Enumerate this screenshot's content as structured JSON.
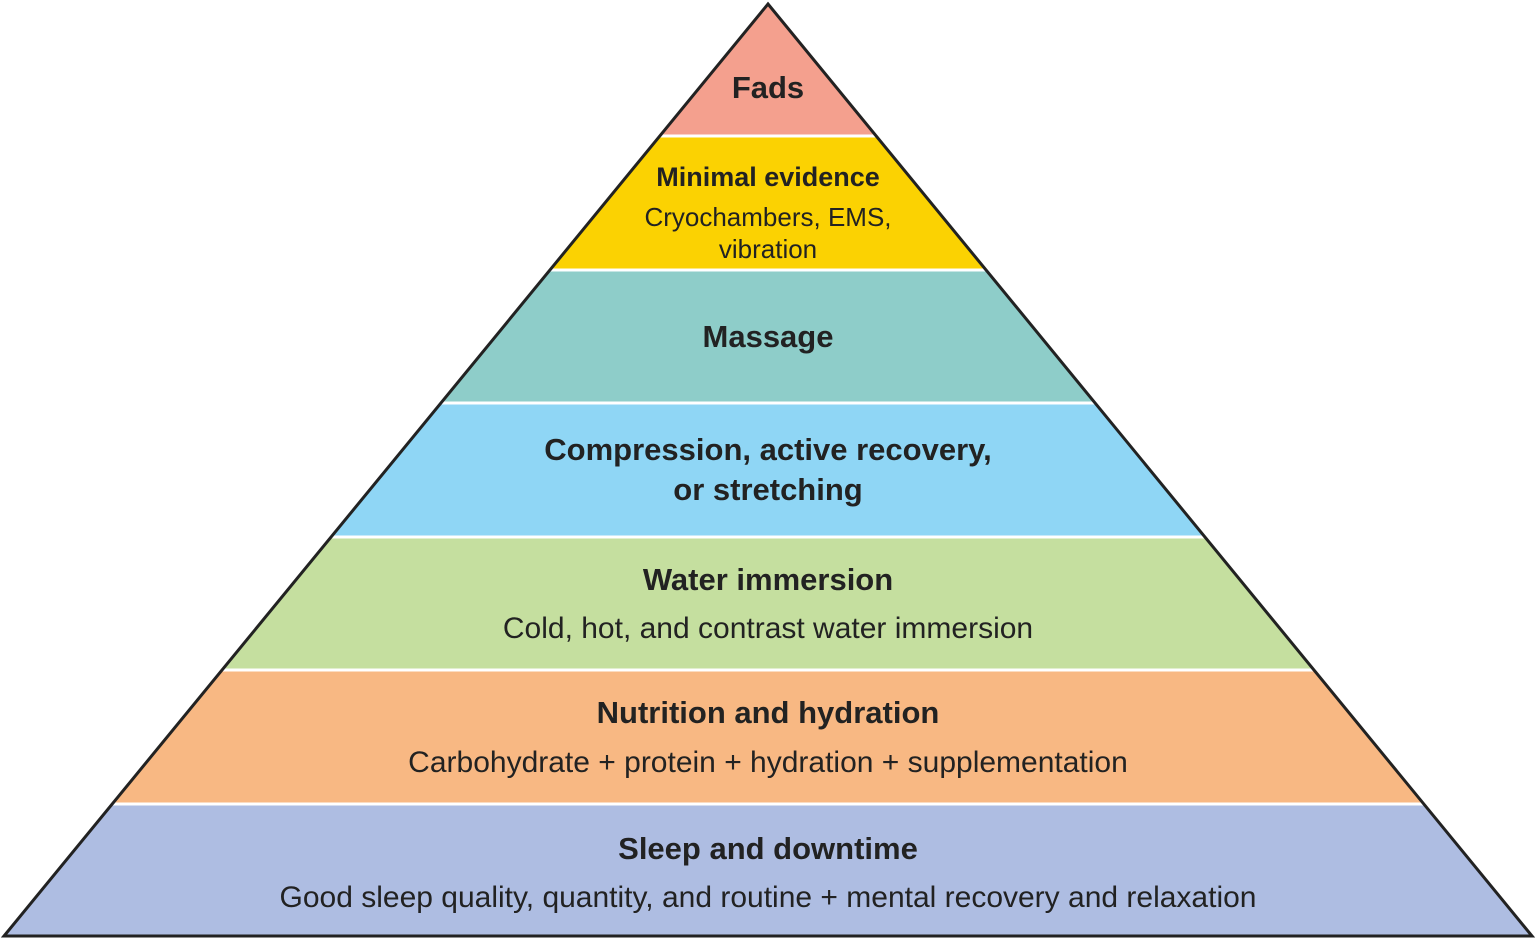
{
  "pyramid": {
    "tiers": [
      {
        "title_lines": [
          "Fads"
        ],
        "subtitle_lines": [],
        "color": "#f4a08e"
      },
      {
        "title_lines": [
          "Minimal evidence"
        ],
        "subtitle_lines": [
          "Cryochambers, EMS,",
          "vibration"
        ],
        "color": "#fbd202"
      },
      {
        "title_lines": [
          "Massage"
        ],
        "subtitle_lines": [],
        "color": "#8ecdc9"
      },
      {
        "title_lines": [
          "Compression, active recovery,",
          "or stretching"
        ],
        "subtitle_lines": [],
        "color": "#8fd6f5"
      },
      {
        "title_lines": [
          "Water immersion"
        ],
        "subtitle_lines": [
          "Cold, hot, and contrast water immersion"
        ],
        "color": "#c5df9f"
      },
      {
        "title_lines": [
          "Nutrition and hydration"
        ],
        "subtitle_lines": [
          "Carbohydrate + protein + hydration + supplementation"
        ],
        "color": "#f8b883"
      },
      {
        "title_lines": [
          "Sleep and downtime"
        ],
        "subtitle_lines": [
          "Good sleep quality, quantity, and routine + mental recovery and relaxation"
        ],
        "color": "#aebde2"
      }
    ],
    "outline_color": "#222222",
    "divider_color": "#ffffff"
  }
}
